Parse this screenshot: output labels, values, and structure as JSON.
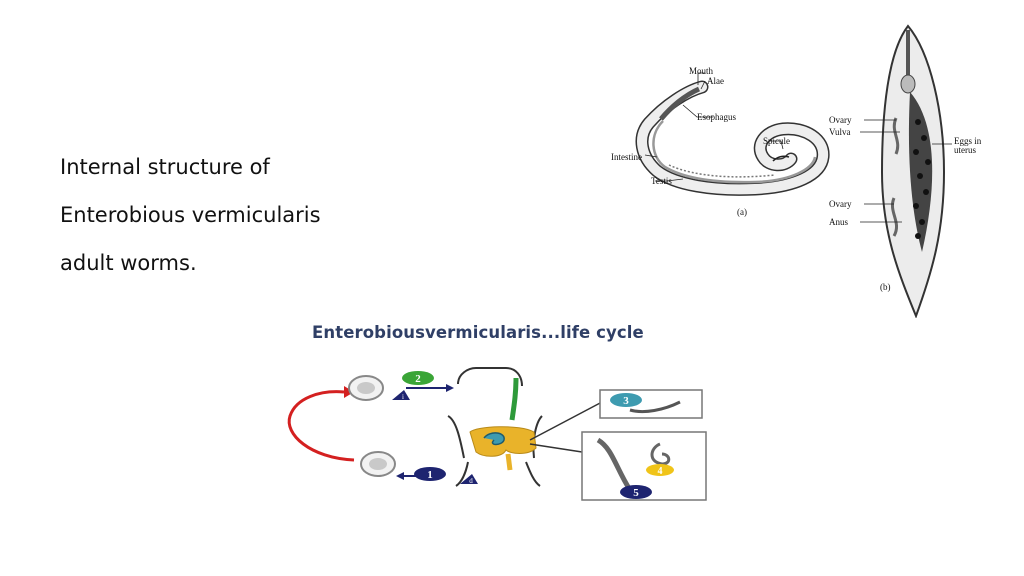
{
  "caption": {
    "line1": "Internal structure of",
    "line2": "Enterobious vermicularis",
    "line3": "adult worms."
  },
  "male_figure": {
    "labels": {
      "mouth": "Mouth",
      "alae": "Alae",
      "esophagus": "Esophagus",
      "intestine": "Intestine",
      "spicule": "Spicule",
      "testis": "Testis"
    },
    "panel": "(a)"
  },
  "female_figure": {
    "labels": {
      "ovary_top": "Ovary",
      "vulva": "Vulva",
      "eggs_line1": "Eggs in",
      "eggs_line2": "uterus",
      "ovary_bottom": "Ovary",
      "anus": "Anus"
    },
    "panel": "(b)"
  },
  "life_cycle": {
    "title": "Enterobiousvermicularis...life cycle",
    "steps": [
      "1",
      "2",
      "3",
      "4",
      "5"
    ],
    "stage_i": "i",
    "stage_d": "d",
    "colors": {
      "title": "#2f3f66",
      "arrow": "#d42020",
      "navy": "#1e2470",
      "green": "#3aa537",
      "teal": "#3e9bb0",
      "yellow": "#f0c419",
      "digestive": "#2e9a3a",
      "colon": "#e9b32a"
    }
  }
}
